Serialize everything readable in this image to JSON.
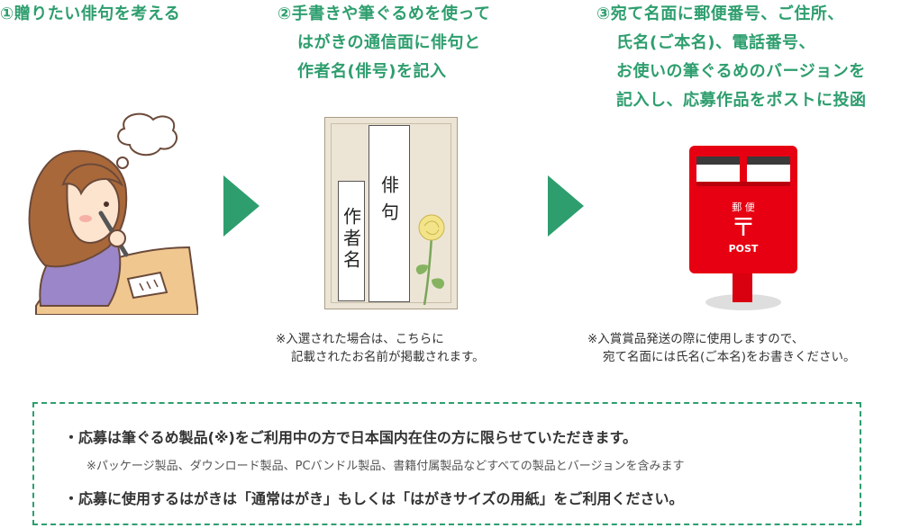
{
  "steps": [
    {
      "title_lines": [
        "①贈りたい俳句を考える"
      ]
    },
    {
      "title_lines": [
        "②手書きや筆ぐるめを使って",
        "はがきの通信面に俳句と",
        "作者名(俳号)を記入"
      ],
      "postcard": {
        "haiku_label": "俳句",
        "author_label": "作者名"
      },
      "note_lines": [
        "※入選された場合は、こちらに",
        "記載されたお名前が掲載されます。"
      ]
    },
    {
      "title_lines": [
        "③宛て名面に郵便番号、ご住所、",
        "氏名(ご本名)、電話番号、",
        "お使いの筆ぐるめのバージョンを",
        "記入し、応募作品をポストに投函"
      ],
      "mailbox": {
        "label_top": "郵 便",
        "mark": "〒",
        "label_bottom": "POST"
      },
      "note_lines": [
        "※入賞賞品発送の際に使用しますので、",
        "宛て名面には氏名(ご本名)をお書きください。"
      ]
    }
  ],
  "conditions": {
    "item1": "・応募は筆ぐるめ製品(※)をご利用中の方で日本国内在住の方に限らせていただきます。",
    "item1_note": "※パッケージ製品、ダウンロード製品、PCバンドル製品、書籍付属製品などすべての製品とバージョンを含みます",
    "item2": "・応募に使用するはがきは「通常はがき」もしくは「はがきサイズの用紙」をご利用ください。"
  },
  "colors": {
    "accent": "#2e9e6e",
    "mailbox_red": "#e60012"
  }
}
